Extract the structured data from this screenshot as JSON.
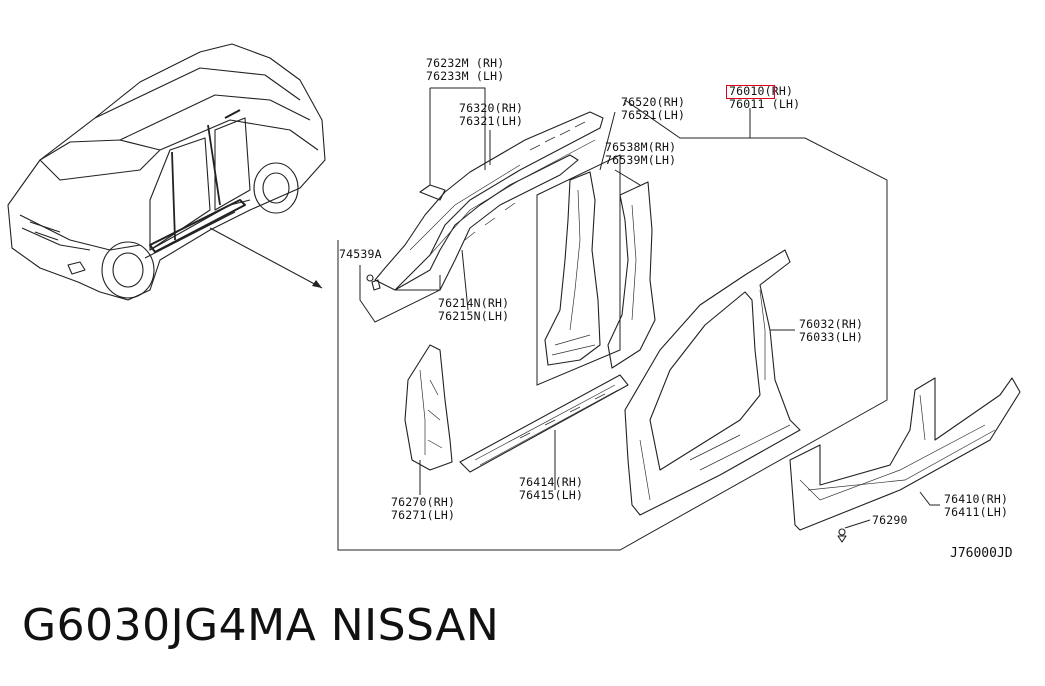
{
  "diagram": {
    "reference_code": "J76000JD",
    "caption": "G6030JG4MA   NISSAN",
    "highlight_color": "#e0001b",
    "parts": [
      {
        "id": "p76232",
        "line1": "76232M (RH)",
        "line2": "76233M (LH)"
      },
      {
        "id": "p76320",
        "line1": "76320(RH)",
        "line2": "76321(LH)"
      },
      {
        "id": "p76520",
        "line1": "76520(RH)",
        "line2": "76521(LH)"
      },
      {
        "id": "p76010",
        "line1_num": "76010",
        "line1_side": "(RH)",
        "line2": "76011 (LH)",
        "highlighted": true
      },
      {
        "id": "p76538",
        "line1": "76538M(RH)",
        "line2": "76539M(LH)"
      },
      {
        "id": "p74539",
        "line1": "74539A"
      },
      {
        "id": "p76214",
        "line1": "76214N(RH)",
        "line2": "76215N(LH)"
      },
      {
        "id": "p76032",
        "line1": "76032(RH)",
        "line2": "76033(LH)"
      },
      {
        "id": "p76270",
        "line1": "76270(RH)",
        "line2": "76271(LH)"
      },
      {
        "id": "p76414",
        "line1": "76414(RH)",
        "line2": "76415(LH)"
      },
      {
        "id": "p76410",
        "line1": "76410(RH)",
        "line2": "76411(LH)"
      },
      {
        "id": "p76290",
        "line1": "76290"
      }
    ]
  }
}
